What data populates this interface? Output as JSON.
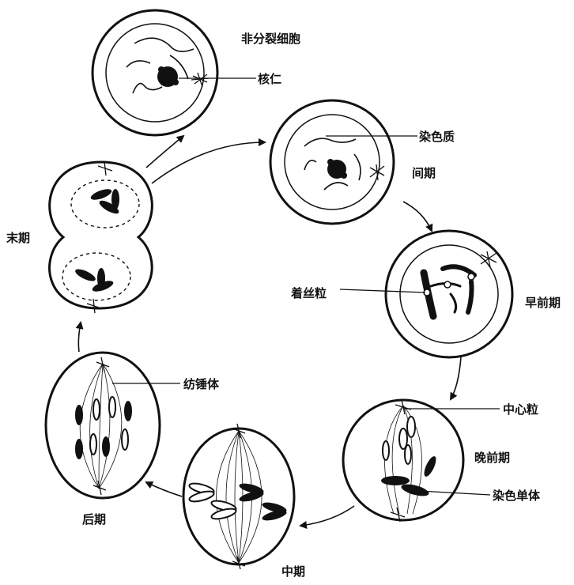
{
  "labels": {
    "nondividing": "非分裂细胞",
    "nucleolus": "核仁",
    "chromatin": "染色质",
    "interphase": "间期",
    "centromere": "着丝粒",
    "early_prophase": "早前期",
    "centriole": "中心粒",
    "late_prophase": "晚前期",
    "chromatid": "染色单体",
    "metaphase": "中期",
    "anaphase": "后期",
    "spindle": "纺锤体",
    "telophase": "末期"
  }
}
